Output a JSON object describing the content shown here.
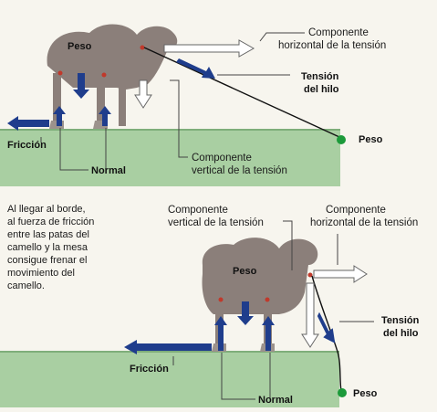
{
  "diagram_1": {
    "labels": {
      "peso_body": "Peso",
      "componente_horizontal": "Componente",
      "componente_horizontal_2": "horizontal de la tensión",
      "tension": "Tensión",
      "tension_2": "del hilo",
      "peso_weight": "Peso",
      "componente_vertical": "Componente",
      "componente_vertical_2": "vertical de la tensión",
      "friccion": "Fricción",
      "normal": "Normal"
    }
  },
  "diagram_2": {
    "caption": [
      "Al llegar al borde,",
      "al fuerza de fricción",
      "entre las patas del",
      "camello y la mesa",
      "consigue frenar el",
      "movimiento del",
      "camello."
    ],
    "labels": {
      "componente_vertical": "Componente",
      "componente_vertical_2": "vertical de la tensión",
      "componente_horizontal": "Componente",
      "componente_horizontal_2": "horizontal de la tensión",
      "peso_body": "Peso",
      "tension": "Tensión",
      "tension_2": "del hilo",
      "friccion": "Fricción",
      "normal": "Normal",
      "peso_weight": "Peso"
    }
  },
  "colors": {
    "table": "#a9cfa2",
    "table_edge": "#7fae7a",
    "camel": "#8b7f7a",
    "arrow_blue": "#1f3d8c",
    "weight_green": "#1c9a3a"
  }
}
